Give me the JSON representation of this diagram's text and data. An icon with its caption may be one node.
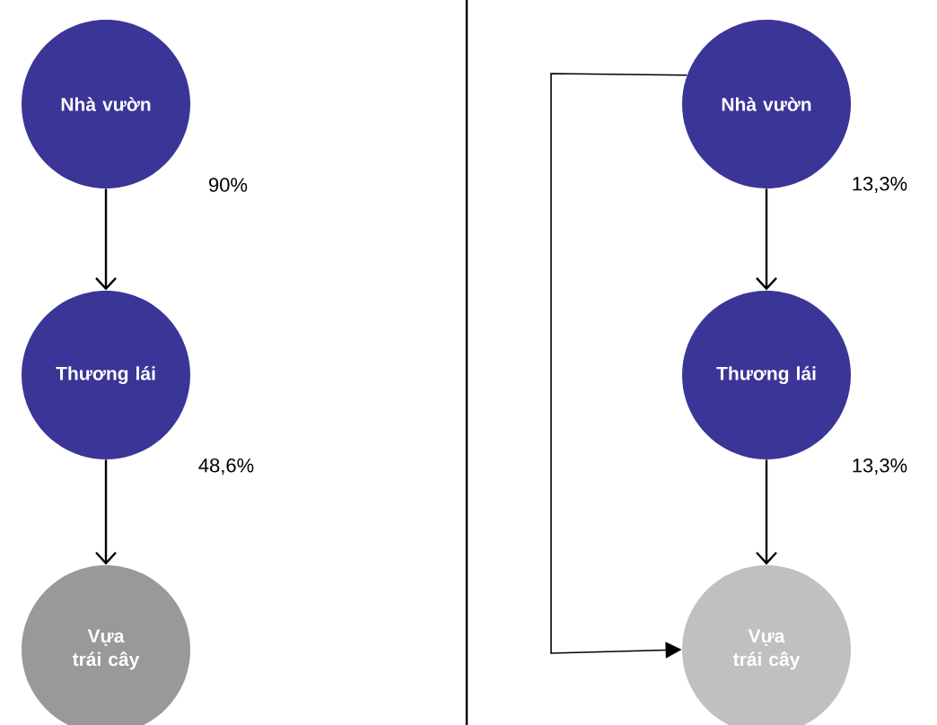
{
  "diagram": {
    "nodes": [
      {
        "text": [
          "Nhà vườn"
        ],
        "beside": [
          "90%"
        ]
      },
      {
        "text": [
          "Thương lái"
        ],
        "beside": [
          "48,6%"
        ]
      },
      {
        "text": [
          "Vựa trái cây"
        ]
      },
      {
        "text": [
          "Nhà vườn"
        ],
        "beside": [
          "13,3%"
        ]
      },
      {
        "text": [
          "Thương lái"
        ],
        "beside": [
          "13,3%"
        ]
      },
      {
        "text": [
          "Vựa trái cây"
        ]
      }
    ],
    "edges": [
      {
        "from": 0,
        "to": 1,
        "arrow": "to"
      },
      {
        "from": 1,
        "to": 2,
        "arrow": "to"
      },
      {
        "from": 3,
        "to": 4,
        "arrow": "to"
      },
      {
        "from": 4,
        "to": 5,
        "arrow": "to"
      },
      {
        "from": 3,
        "to": 5,
        "arrow": "to"
      }
    ]
  }
}
